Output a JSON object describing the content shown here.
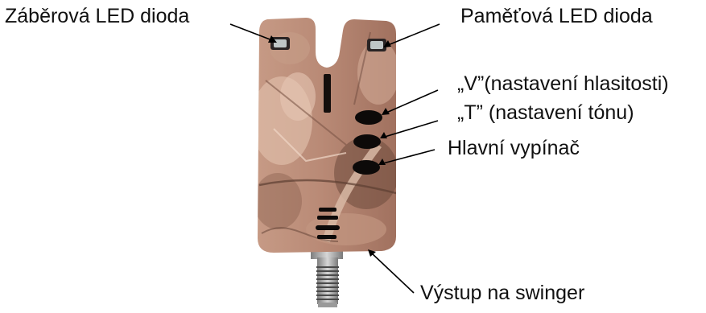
{
  "labels": {
    "strike_led": "Záběrová LED dioda",
    "memory_led": "Paměťová LED dioda",
    "volume": "„V”(nastavení hlasitosti)",
    "tone": "„T” (nastavení tónu)",
    "main_switch": "Hlavní vypínač",
    "swinger_output": "Výstup na swinger"
  },
  "colors": {
    "camo_base": "#b98a76",
    "camo_light": "#dcb9a6",
    "camo_dark": "#6e4a3c",
    "button": "#0d0a09",
    "led": "#bfc6c6",
    "connector": "#a7a7a7",
    "thread": "#4a4a4a",
    "arrow": "#000000"
  }
}
